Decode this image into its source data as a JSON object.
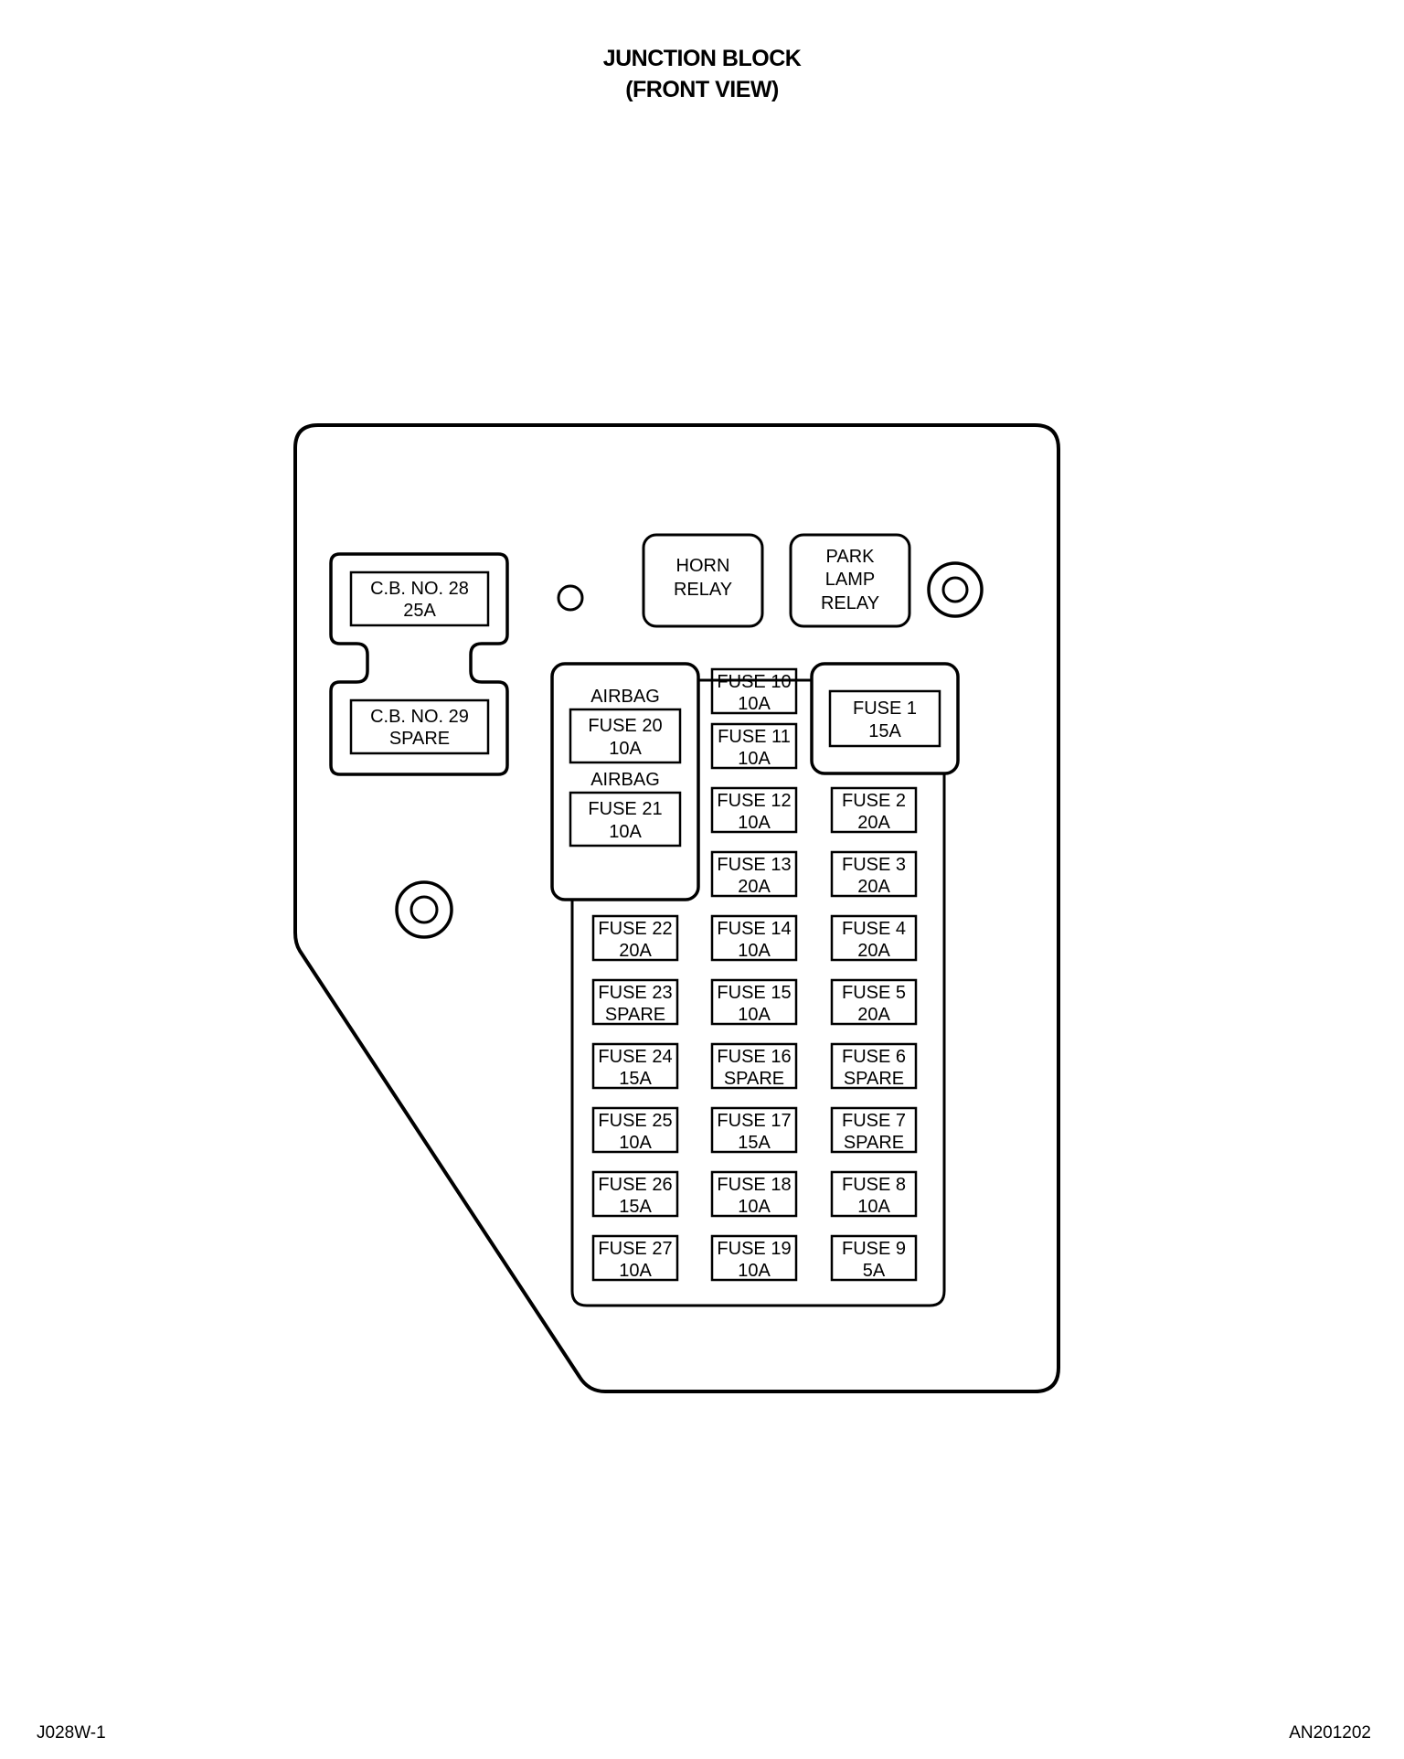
{
  "title": {
    "line1": "JUNCTION BLOCK",
    "line2": "(FRONT VIEW)"
  },
  "footer": {
    "left_code": "J028W-1",
    "right_code": "AN201202"
  },
  "breakers": [
    {
      "name": "C.B. NO. 28",
      "rating": "25A"
    },
    {
      "name": "C.B. NO. 29",
      "rating": "SPARE"
    }
  ],
  "relays": {
    "horn": [
      "HORN",
      "RELAY"
    ],
    "park_lamp": [
      "PARK",
      "LAMP",
      "RELAY"
    ]
  },
  "airbag_fuses": [
    {
      "label": "AIRBAG",
      "name": "FUSE 20",
      "rating": "10A"
    },
    {
      "label": "AIRBAG",
      "name": "FUSE 21",
      "rating": "10A"
    }
  ],
  "fuses": {
    "f1": {
      "name": "FUSE 1",
      "rating": "15A"
    },
    "f2": {
      "name": "FUSE 2",
      "rating": "20A"
    },
    "f3": {
      "name": "FUSE 3",
      "rating": "20A"
    },
    "f4": {
      "name": "FUSE 4",
      "rating": "20A"
    },
    "f5": {
      "name": "FUSE 5",
      "rating": "20A"
    },
    "f6": {
      "name": "FUSE 6",
      "rating": "SPARE"
    },
    "f7": {
      "name": "FUSE 7",
      "rating": "SPARE"
    },
    "f8": {
      "name": "FUSE 8",
      "rating": "10A"
    },
    "f9": {
      "name": "FUSE 9",
      "rating": "5A"
    },
    "f10": {
      "name": "FUSE 10",
      "rating": "10A"
    },
    "f11": {
      "name": "FUSE 11",
      "rating": "10A"
    },
    "f12": {
      "name": "FUSE 12",
      "rating": "10A"
    },
    "f13": {
      "name": "FUSE 13",
      "rating": "20A"
    },
    "f14": {
      "name": "FUSE 14",
      "rating": "10A"
    },
    "f15": {
      "name": "FUSE 15",
      "rating": "10A"
    },
    "f16": {
      "name": "FUSE 16",
      "rating": "SPARE"
    },
    "f17": {
      "name": "FUSE 17",
      "rating": "15A"
    },
    "f18": {
      "name": "FUSE 18",
      "rating": "10A"
    },
    "f19": {
      "name": "FUSE 19",
      "rating": "10A"
    },
    "f22": {
      "name": "FUSE 22",
      "rating": "20A"
    },
    "f23": {
      "name": "FUSE 23",
      "rating": "SPARE"
    },
    "f24": {
      "name": "FUSE 24",
      "rating": "15A"
    },
    "f25": {
      "name": "FUSE 25",
      "rating": "10A"
    },
    "f26": {
      "name": "FUSE 26",
      "rating": "15A"
    },
    "f27": {
      "name": "FUSE 27",
      "rating": "10A"
    }
  }
}
